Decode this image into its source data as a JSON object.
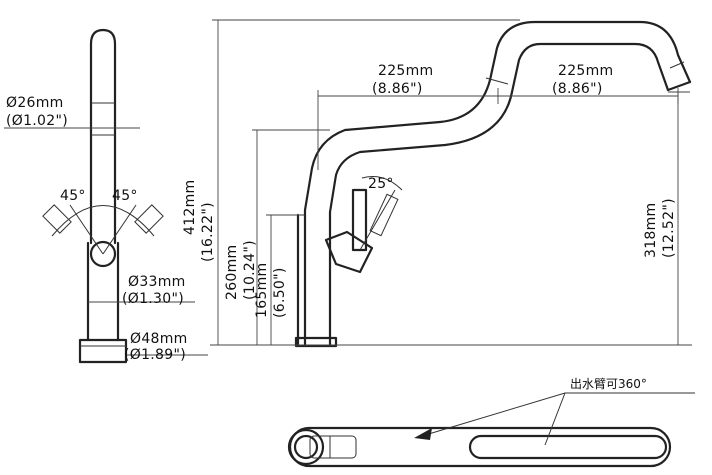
{
  "side_view": {
    "spout_diameter": "Ø26mm",
    "spout_diameter_in": "(Ø1.02\")",
    "angle_left": "45°",
    "angle_right": "45°",
    "body_diameter": "Ø33mm",
    "body_diameter_in": "(Ø1.30\")",
    "base_diameter": "Ø48mm",
    "base_diameter_in": "(Ø1.89\")"
  },
  "front_view": {
    "reach_left": "225mm",
    "reach_left_in": "(8.86\")",
    "reach_right": "225mm",
    "reach_right_in": "(8.86\")",
    "total_height": "412mm",
    "total_height_in": "(16.22\")",
    "elbow_height": "260mm",
    "elbow_height_in": "(10.24\")",
    "body_height": "165mm",
    "body_height_in": "(6.50\")",
    "outlet_height": "318mm",
    "outlet_height_in": "(12.52\")",
    "handle_angle": "25°"
  },
  "top_view": {
    "rotation_note": "出水臂可360°"
  }
}
